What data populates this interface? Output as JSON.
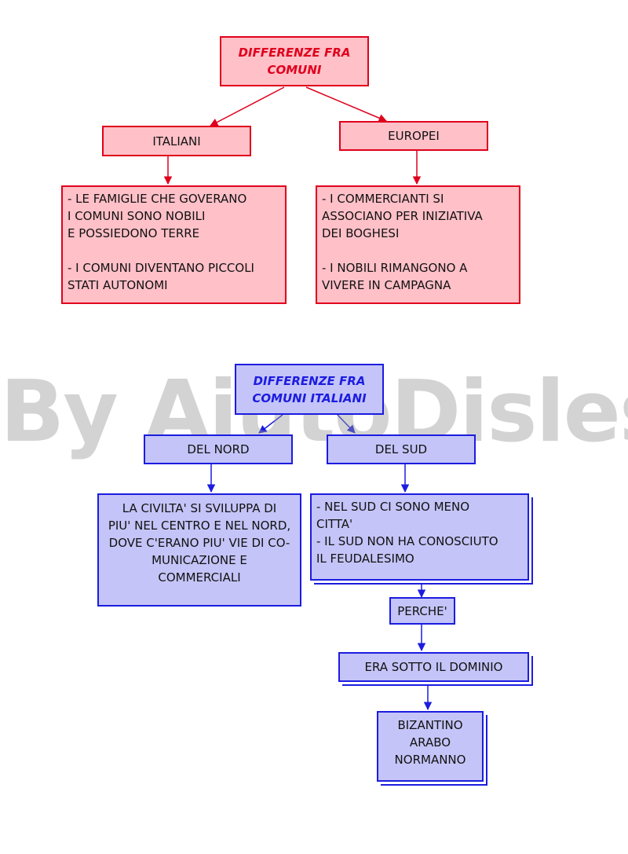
{
  "colors": {
    "red": "#e0001c",
    "pink": "#ffc0c8",
    "blue": "#1c1ce0",
    "lavender": "#c4c4f8"
  },
  "top": {
    "title": [
      "DIFFERENZE FRA",
      "COMUNI"
    ],
    "left_label": "ITALIANI",
    "right_label": "EUROPEI",
    "left_box": [
      "- LE FAMIGLIE CHE GOVERANO",
      "I COMUNI SONO NOBILI",
      "E POSSIEDONO TERRE",
      "",
      "- I COMUNI DIVENTANO PICCOLI",
      "STATI AUTONOMI"
    ],
    "right_box": [
      "- I COMMERCIANTI SI",
      "ASSOCIANO PER INIZIATIVA",
      "DEI BOGHESI",
      "",
      "- I NOBILI RIMANGONO A",
      "VIVERE IN CAMPAGNA"
    ]
  },
  "bottom": {
    "title": [
      "DIFFERENZE FRA",
      "COMUNI ITALIANI"
    ],
    "left_label": "DEL NORD",
    "right_label": "DEL SUD",
    "left_box": [
      "LA CIVILTA' SI SVILUPPA DI",
      "PIU' NEL CENTRO E NEL NORD,",
      "DOVE C'ERANO PIU' VIE DI CO-",
      "MUNICAZIONE E",
      "COMMERCIALI"
    ],
    "right_box": [
      "- NEL SUD CI SONO MENO",
      "CITTA'",
      "- IL SUD NON HA CONOSCIUTO",
      "IL FEUDALESIMO"
    ],
    "why": "PERCHE'",
    "domination": "ERA SOTTO IL DOMINIO",
    "rulers": [
      "BIZANTINO",
      "ARABO",
      "NORMANNO"
    ]
  },
  "watermark": "By AiutoDislessia.net"
}
